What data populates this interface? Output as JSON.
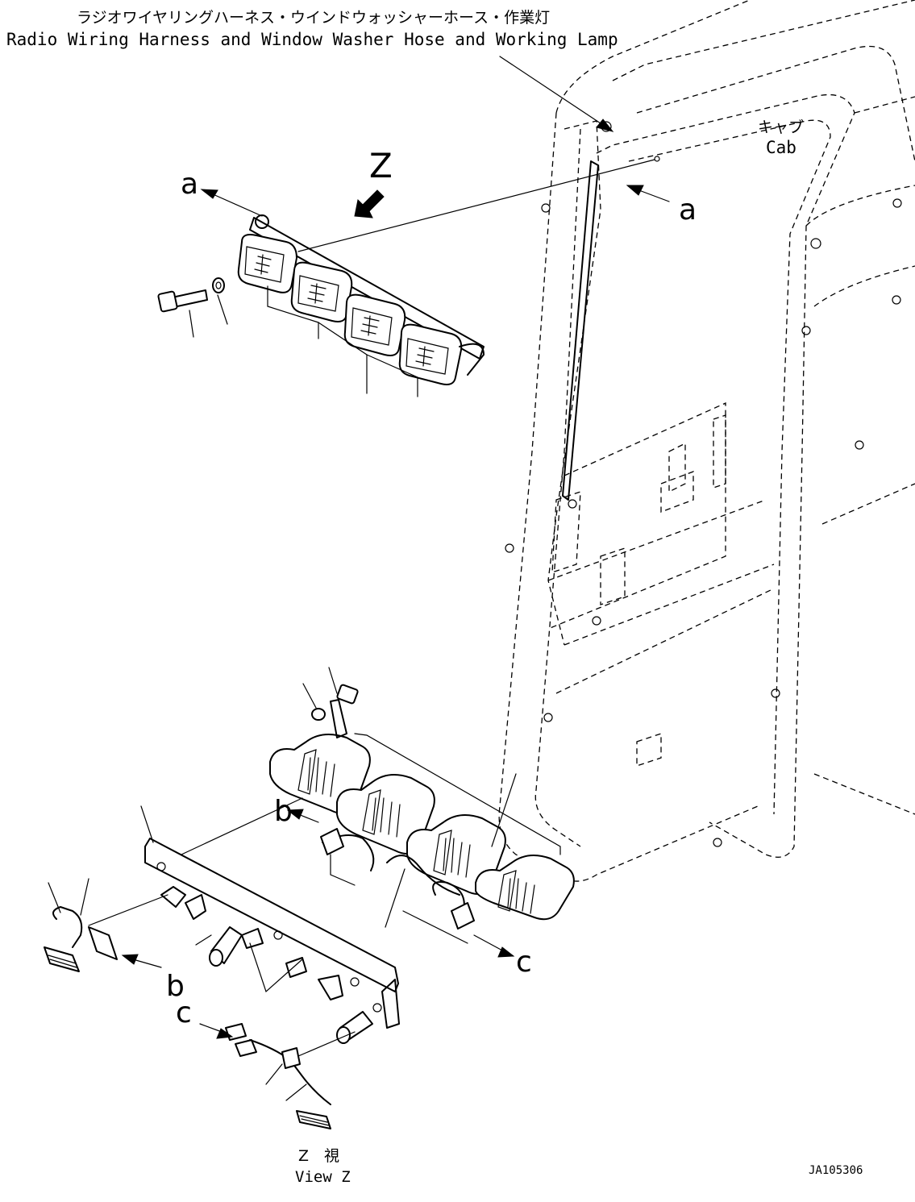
{
  "title": {
    "jp": "ラジオワイヤリングハーネス・ウインドウォッシャーホース・作業灯",
    "en": "Radio Wiring Harness and Window Washer Hose and Working Lamp"
  },
  "cab_label": {
    "jp": "キャブ",
    "en": "Cab"
  },
  "view_marker": "Z",
  "view_label": {
    "jp": "Z　視",
    "en": "View Z"
  },
  "callouts": {
    "a": "a",
    "b": "b",
    "c": "c"
  },
  "drawing_number": "JA105306"
}
